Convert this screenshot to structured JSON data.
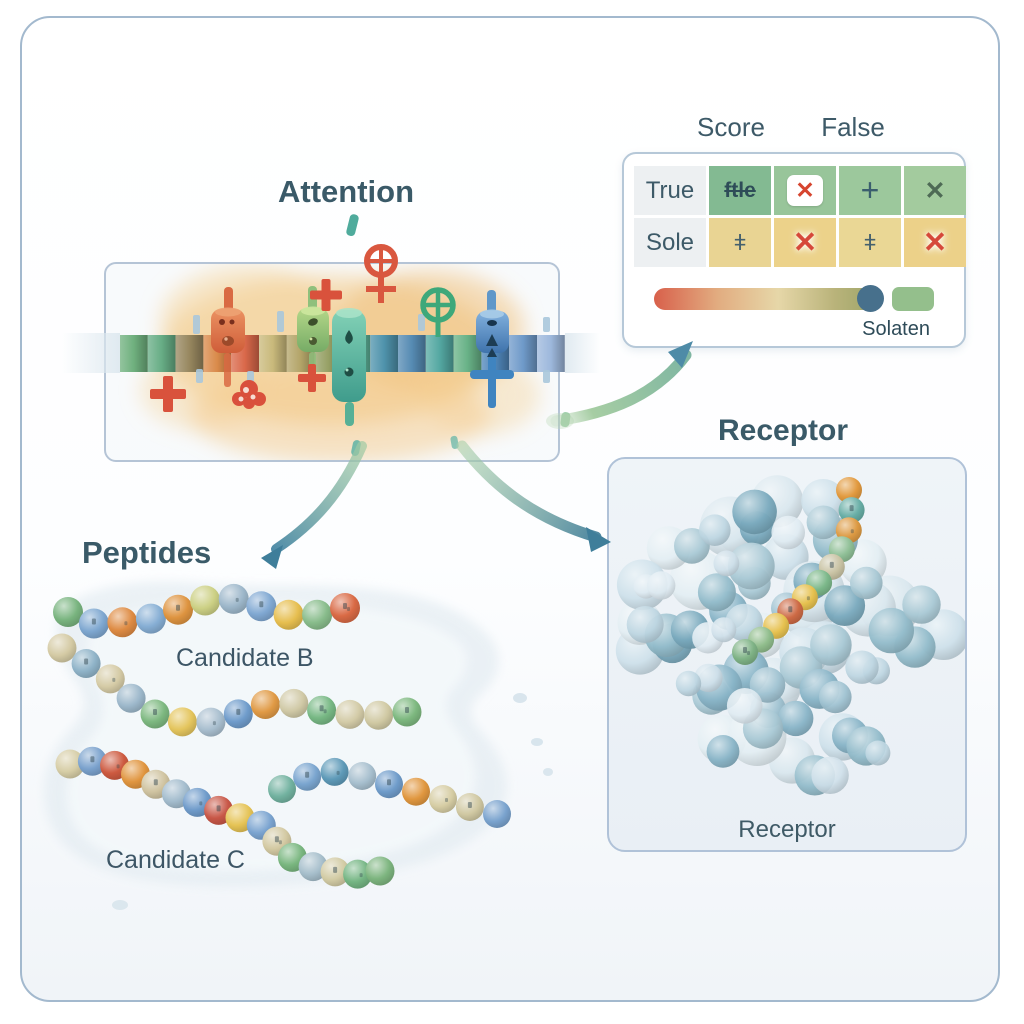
{
  "palette": {
    "frame_border": "#a3b9ce",
    "title_color": "#3a5a68",
    "accent_red": "#d9583c",
    "accent_green": "#6fb07e",
    "accent_teal": "#54a8a2",
    "accent_blue": "#4f86b9"
  },
  "attention": {
    "title": "Attention",
    "bar_colors": [
      "#6fb07e",
      "#67ad85",
      "#97875f",
      "#d98a4a",
      "#d9684a",
      "#c9b97b",
      "#b3a468",
      "#96a065",
      "#5fb39a",
      "#4f93ac",
      "#568bb3",
      "#54a8a2",
      "#68b287",
      "#4f86b9",
      "#6f9ac9",
      "#9db8dc"
    ],
    "markers": [
      "red-capsule",
      "green-capsule",
      "teal-capsule",
      "blue-capsule",
      "red-plus",
      "red-venus-symbol",
      "green-circle-cross",
      "red-cluster",
      "blue-cross"
    ]
  },
  "score_panel": {
    "header_score": "Score",
    "header_false": "False",
    "rows": [
      {
        "label": "True",
        "cells": [
          {
            "glyph": "ftle"
          },
          {
            "glyph": "✕"
          },
          {
            "glyph": "+"
          },
          {
            "glyph": "✕"
          }
        ]
      },
      {
        "label": "Sole",
        "cells": [
          {
            "glyph": "ǂ"
          },
          {
            "glyph": "✕"
          },
          {
            "glyph": "ǂ"
          },
          {
            "glyph": "✕"
          }
        ]
      }
    ],
    "gradient": [
      "#d8604b",
      "#e2ac80",
      "#e6d7a8",
      "#b9b37a",
      "#9aa468"
    ],
    "knob_color": "#47708c",
    "swatch_color": "#94bf8c",
    "legend_label": "Solaten"
  },
  "receptor": {
    "title": "Receptor",
    "caption": "Receptor",
    "sphere_colors_back": [
      "#d9e7ee",
      "#cde0ea",
      "#e3eef3"
    ],
    "sphere_colors_mid": [
      "#9fc2d1",
      "#88b4c7",
      "#79a9bd",
      "#a9c9d5",
      "#93bccb"
    ],
    "sphere_colors_front": [
      "#cfe0ea",
      "#dfebf2",
      "#bcd5e1"
    ],
    "ligand_colors": [
      "#e29a3f",
      "#68aea6",
      "#dd9a43",
      "#8fbf96",
      "#c9c3a4",
      "#7cb88a",
      "#e6c14f",
      "#cd6a45",
      "#e6c14f",
      "#90bd8c",
      "#7fb386"
    ]
  },
  "peptides": {
    "title": "Peptides",
    "candidate_b_label": "Candidate B",
    "candidate_c_label": "Candidate C",
    "chain_b_colors": [
      "#79b47f",
      "#7ea7d0",
      "#de8b43",
      "#86aed4",
      "#de9440",
      "#ccd084",
      "#9db7ca",
      "#80a8d2",
      "#e6be4f",
      "#88bc8b",
      "#d96a45"
    ],
    "chain_mid_colors": [
      "#d4caa4",
      "#8fb3c8",
      "#d5cba6",
      "#9db8cb",
      "#7db880",
      "#e4c55d",
      "#a9bfcf",
      "#6f9ccb",
      "#e09a45",
      "#d0c9a6",
      "#77b884",
      "#d3cba7",
      "#d0c9a3",
      "#7db87f"
    ],
    "chain_c1_colors": [
      "#d6cda6",
      "#7ba2cd",
      "#cd5a40",
      "#e0953f",
      "#cfc3a0",
      "#a3bccd",
      "#6f9bca",
      "#c85747",
      "#e5c355",
      "#7ba4d0",
      "#d3c9a2",
      "#79b67f",
      "#a6becb",
      "#d2cba4",
      "#74b583",
      "#7db57f"
    ],
    "chain_c2_colors": [
      "#72b2a0",
      "#7aa5cf",
      "#5e9ab8",
      "#a7bfce",
      "#6f9cca",
      "#e0973f",
      "#d6cda4",
      "#d0c8a2",
      "#7aa3ce"
    ]
  }
}
